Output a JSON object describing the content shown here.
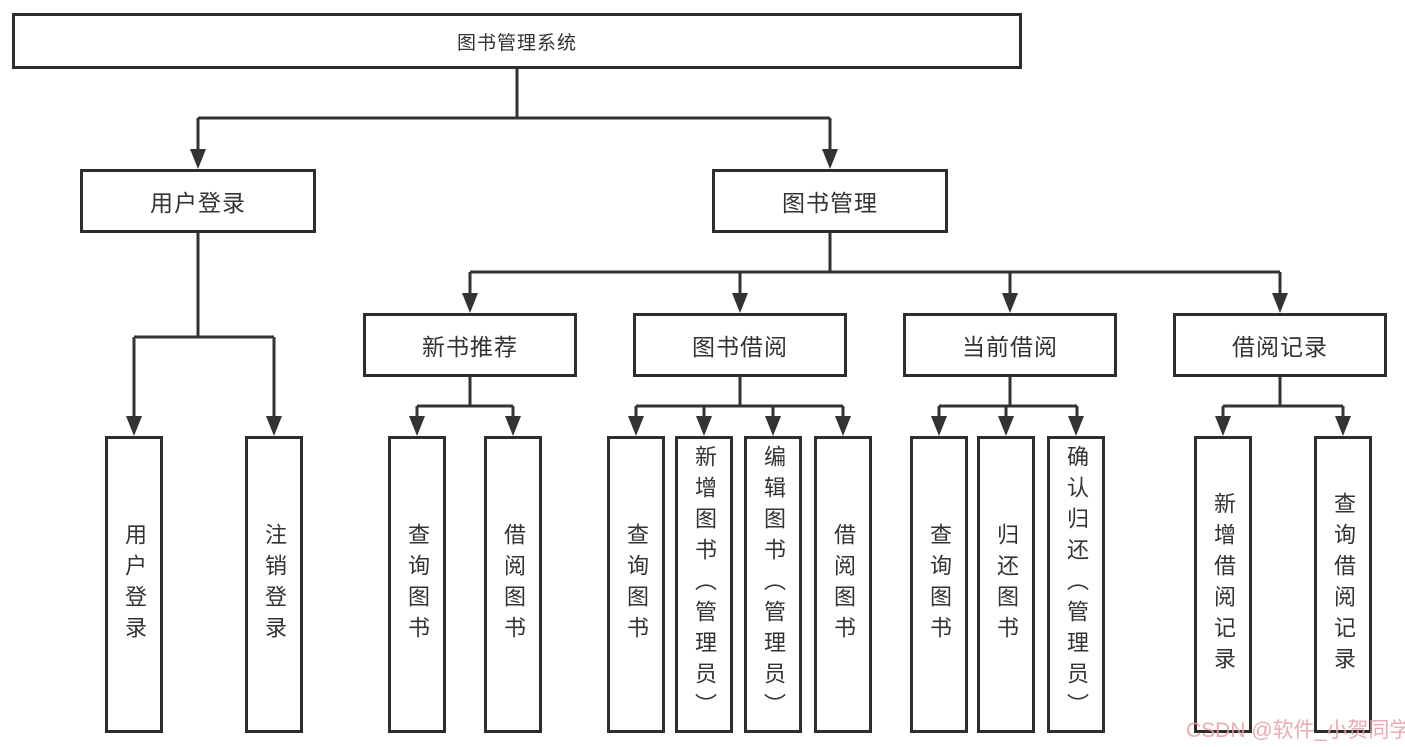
{
  "watermark": "CSDN @软件_小贺同学",
  "colors": {
    "line": "#333333",
    "box_border": "#2d2d2d",
    "box_fill": "#ffffff",
    "text": "#333333",
    "watermark": "#e9a0a6"
  },
  "tree": {
    "root": "图书管理系统",
    "children": [
      {
        "label": "用户登录",
        "children": [
          "用户登录",
          "注销登录"
        ]
      },
      {
        "label": "图书管理",
        "children": [
          {
            "label": "新书推荐",
            "children": [
              "查询图书",
              "借阅图书"
            ]
          },
          {
            "label": "图书借阅",
            "children": [
              "查询图书",
              "新增图书（管理员）",
              "编辑图书（管理员）",
              "借阅图书"
            ]
          },
          {
            "label": "当前借阅",
            "children": [
              "查询图书",
              "归还图书",
              "确认归还（管理员）"
            ]
          },
          {
            "label": "借阅记录",
            "children": [
              "新增借阅记录",
              "查询借阅记录"
            ]
          }
        ]
      }
    ]
  }
}
